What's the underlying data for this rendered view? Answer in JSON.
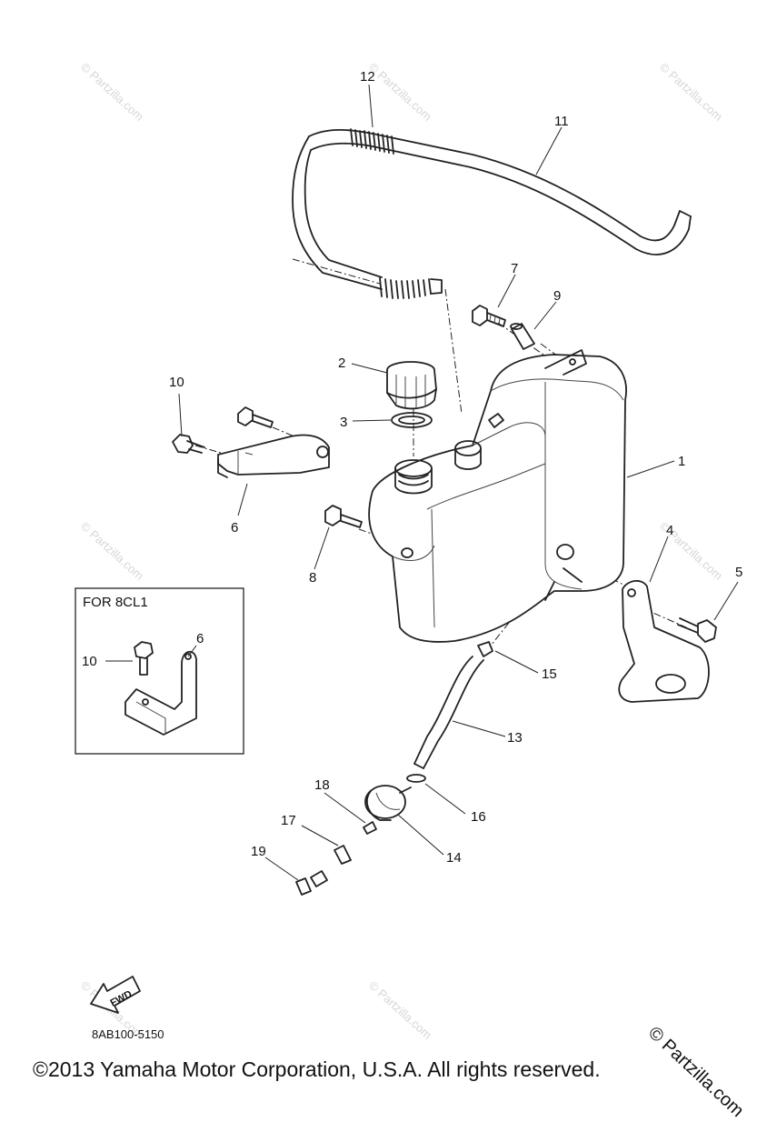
{
  "callouts": [
    {
      "id": "c12",
      "label": "12"
    },
    {
      "id": "c11",
      "label": "11"
    },
    {
      "id": "c7",
      "label": "7"
    },
    {
      "id": "c9",
      "label": "9"
    },
    {
      "id": "c2",
      "label": "2"
    },
    {
      "id": "c10",
      "label": "10"
    },
    {
      "id": "c3",
      "label": "3"
    },
    {
      "id": "c1",
      "label": "1"
    },
    {
      "id": "c6",
      "label": "6"
    },
    {
      "id": "c8",
      "label": "8"
    },
    {
      "id": "c4",
      "label": "4"
    },
    {
      "id": "c5",
      "label": "5"
    },
    {
      "id": "c15",
      "label": "15"
    },
    {
      "id": "c13",
      "label": "13"
    },
    {
      "id": "c18",
      "label": "18"
    },
    {
      "id": "c16",
      "label": "16"
    },
    {
      "id": "c17",
      "label": "17"
    },
    {
      "id": "c14",
      "label": "14"
    },
    {
      "id": "c19",
      "label": "19"
    }
  ],
  "inset": {
    "title": "FOR 8CL1",
    "callouts": [
      {
        "id": "i10",
        "label": "10"
      },
      {
        "id": "i6",
        "label": "6"
      }
    ]
  },
  "fwd_label": "FWD",
  "diagram_code": "8AB100-5150",
  "copyright": "©2013 Yamaha Motor Corporation, U.S.A. All rights reserved.",
  "watermark": "© Partzilla.com",
  "corner_mark": "© Partzilla.com"
}
